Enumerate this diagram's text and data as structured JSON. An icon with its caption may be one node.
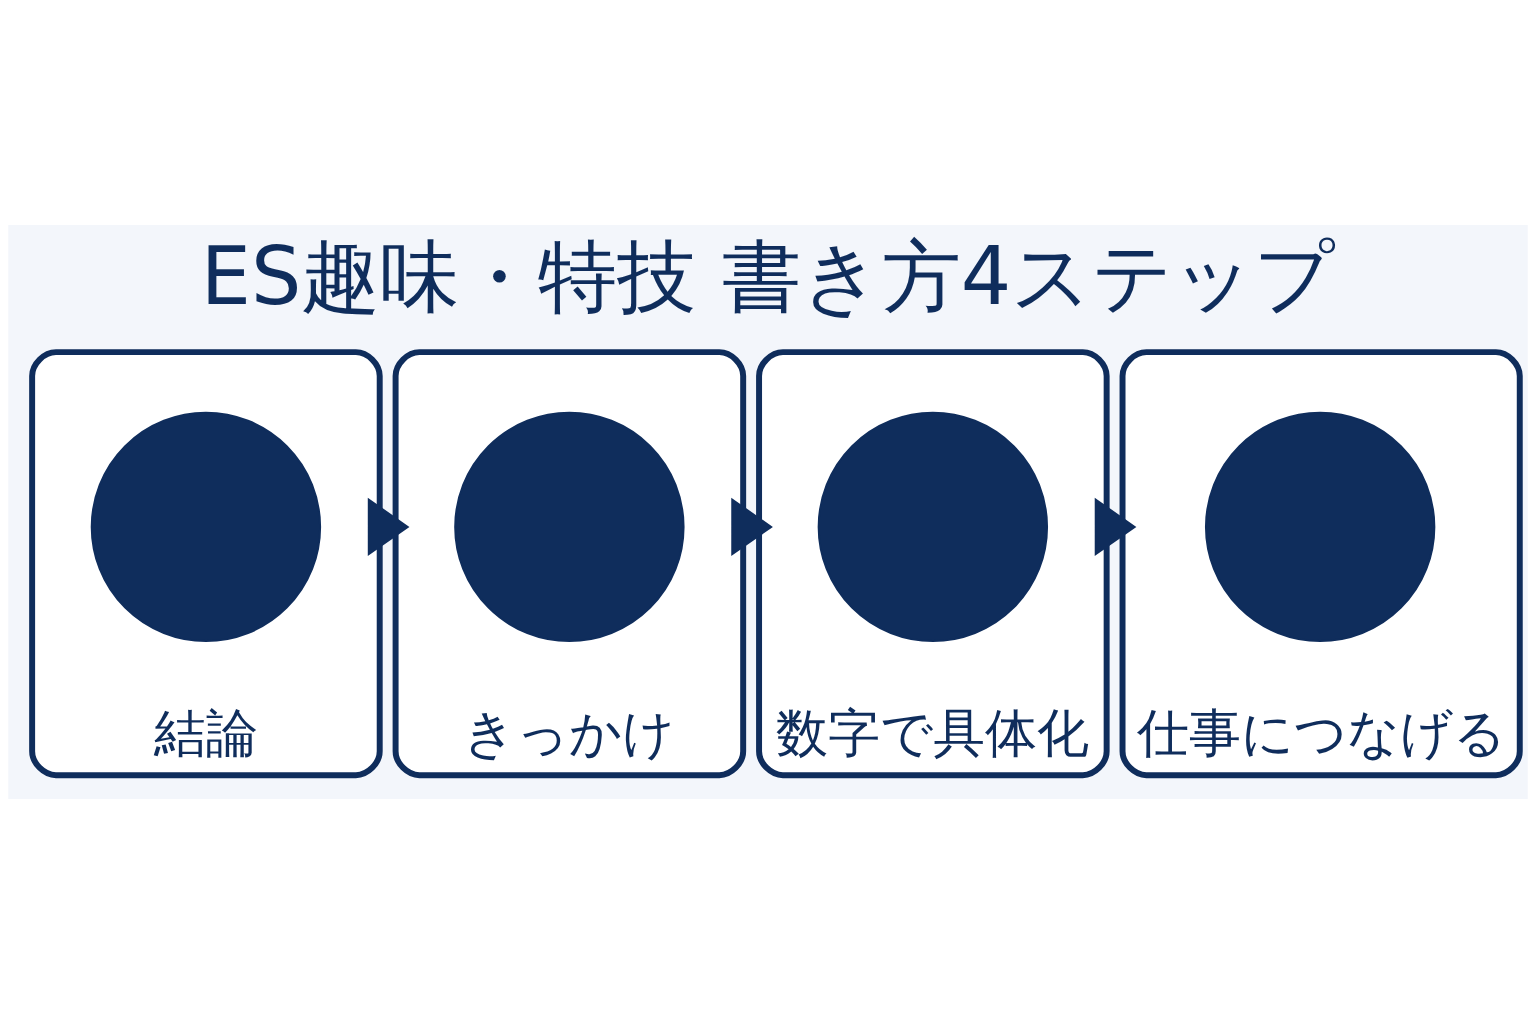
{
  "diagram": {
    "title": "ES趣味・特技 書き方4ステップ",
    "nodes": [
      {
        "text": [
          "結論"
        ]
      },
      {
        "text": [],
        "shape": "circle",
        "in": 0
      },
      {
        "text": [
          "きっかけ"
        ]
      },
      {
        "text": [],
        "shape": "circle",
        "in": 2
      },
      {
        "text": [
          "数字で具体化"
        ]
      },
      {
        "text": [],
        "shape": "circle",
        "in": 4
      },
      {
        "text": [
          "仕事につなげる"
        ]
      },
      {
        "text": [],
        "shape": "circle",
        "in": 6
      }
    ],
    "edges": [
      {
        "from": 0,
        "to": 2,
        "arrow": "to",
        "style": "thick"
      },
      {
        "from": 2,
        "to": 4,
        "arrow": "to",
        "style": "thick"
      },
      {
        "from": 4,
        "to": 6,
        "arrow": "to",
        "style": "thick"
      }
    ]
  }
}
